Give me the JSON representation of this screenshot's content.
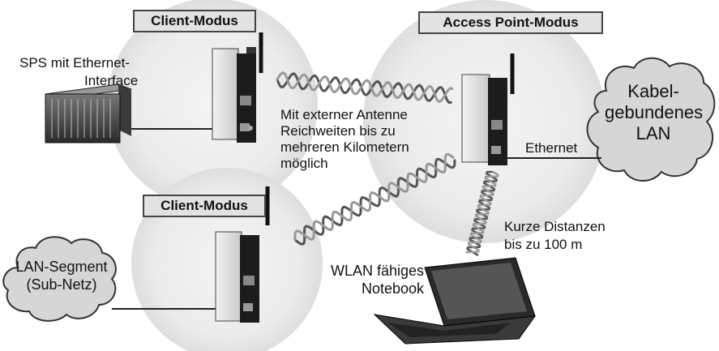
{
  "labels": {
    "client_mode_top": "Client-Modus",
    "client_mode_bottom": "Client-Modus",
    "access_point_mode": "Access Point-Modus"
  },
  "texts": {
    "sps_line1": "SPS mit Ethernet-",
    "sps_line2": "Interface",
    "antenna_line1": "Mit externer Antenne",
    "antenna_line2": "Reichweiten bis zu",
    "antenna_line3": "mehreren Kilometern",
    "antenna_line4": "möglich",
    "ethernet": "Ethernet",
    "short_line1": "Kurze Distanzen",
    "short_line2": "bis zu 100 m",
    "notebook_line1": "WLAN fähiges",
    "notebook_line2": "Notebook"
  },
  "clouds": {
    "cable_line1": "Kabel-",
    "cable_line2": "gebundenes",
    "cable_line3": "LAN",
    "segment_line1": "LAN-Segment",
    "segment_line2": "(Sub-Netz)"
  }
}
